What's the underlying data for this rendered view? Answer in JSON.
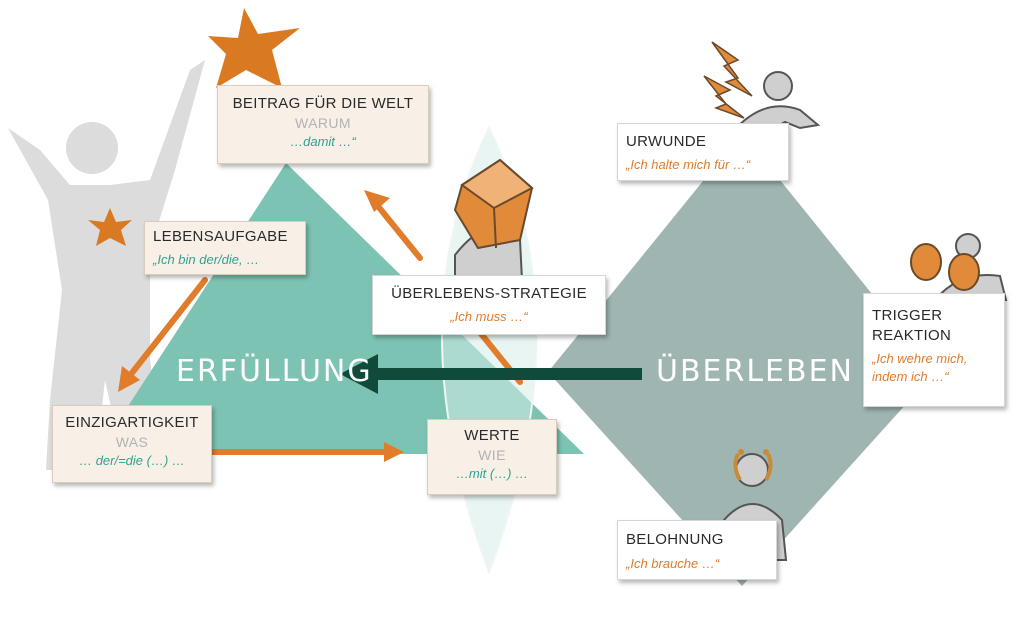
{
  "colors": {
    "teal": "#7dc3b3",
    "grey_teal": "#9eb5b1",
    "orange": "#e07c2a",
    "arrow_dark": "#0f4a3a",
    "cream": "#f8f0e6"
  },
  "icons": [
    "person-silhouette-icon",
    "star-icon",
    "box-carrier-icon",
    "lightning-icon",
    "boxing-gloves-icon",
    "laurel-wreath-icon"
  ],
  "center": {
    "left": "ERFÜLLUNG",
    "right": "ÜBERLEBEN"
  },
  "boxes": {
    "beitrag": {
      "title": "BEITRAG FÜR DIE WELT",
      "sub": "WARUM",
      "quote": "…damit …“"
    },
    "lebensaufgabe": {
      "title": "LEBENSAUFGABE",
      "quote": "„Ich bin der/die, …"
    },
    "einzigartigkeit": {
      "title": "EINZIGARTIGKEIT",
      "sub": "WAS",
      "quote": "… der/=die (…) …"
    },
    "werte": {
      "title": "WERTE",
      "sub": "WIE",
      "quote": "…mit (…) …"
    },
    "strategie": {
      "title": "ÜBERLEBENS-STRATEGIE",
      "quote": "„Ich muss …“"
    },
    "urwunde": {
      "title": "URWUNDE",
      "quote": "„Ich halte mich für …“"
    },
    "trigger": {
      "title1": "TRIGGER",
      "title2": "REAKTION",
      "quote1": "„Ich wehre mich,",
      "quote2": "indem ich …“"
    },
    "belohnung": {
      "title": "BELOHNUNG",
      "quote": "„Ich brauche …“"
    }
  }
}
